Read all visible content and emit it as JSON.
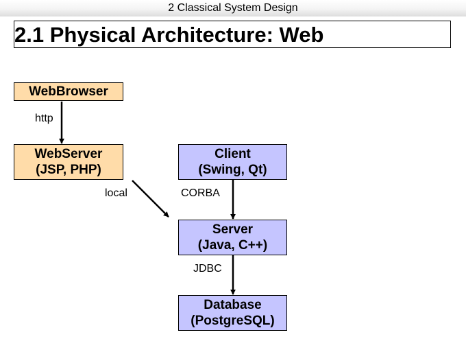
{
  "header": {
    "section": "2 Classical System Design"
  },
  "slide": {
    "title": "2.1 Physical Architecture: Web"
  },
  "nodes": {
    "webbrowser": {
      "line1": "WebBrowser"
    },
    "webserver": {
      "line1": "WebServer",
      "line2": "(JSP, PHP)"
    },
    "client": {
      "line1": "Client",
      "line2": "(Swing, Qt)"
    },
    "server": {
      "line1": "Server",
      "line2": "(Java, C++)"
    },
    "database": {
      "line1": "Database",
      "line2": "(PostgreSQL)"
    }
  },
  "edges": {
    "http": "http",
    "local": "local",
    "corba": "CORBA",
    "jdbc": "JDBC"
  },
  "colors": {
    "web_tier": "#ffdca9",
    "app_tier": "#c5c5ff"
  }
}
